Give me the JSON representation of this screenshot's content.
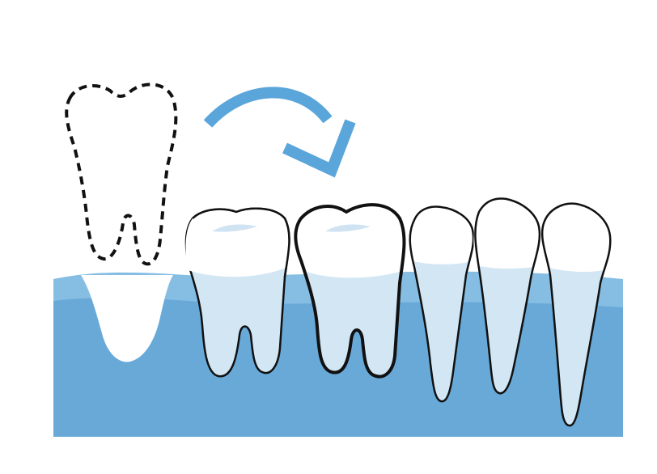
{
  "diagram": {
    "subject": "tooth-drift-after-extraction",
    "colors": {
      "background": "#ffffff",
      "gum_light": "#86bde3",
      "gum_main": "#68a9d8",
      "root_fill": "#d3e6f4",
      "crown_fill": "#ffffff",
      "crown_shade": "#cfe3f3",
      "outline": "#111111",
      "arrow": "#5aa5da"
    },
    "icons": {
      "missing_tooth": "dashed-molar-outline-icon",
      "arrow": "curved-arrow-right-icon",
      "socket": "empty-socket-icon"
    },
    "teeth": [
      {
        "kind": "molar",
        "state": "present"
      },
      {
        "kind": "molar",
        "state": "tilting",
        "emphasized": true
      },
      {
        "kind": "premolar",
        "state": "present"
      },
      {
        "kind": "premolar",
        "state": "present"
      },
      {
        "kind": "canine",
        "state": "present"
      }
    ]
  }
}
